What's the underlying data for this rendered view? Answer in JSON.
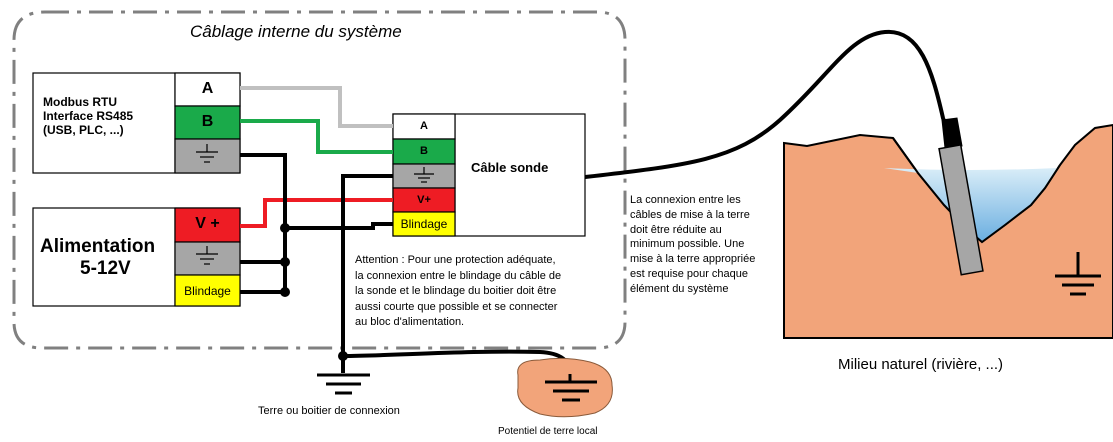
{
  "system": {
    "title": "Câblage interne du système"
  },
  "modbus": {
    "lines": [
      "Modbus RTU",
      "Interface RS485",
      "(USB, PLC, ...)"
    ],
    "terminal_a": "A",
    "terminal_b": "B"
  },
  "power": {
    "title": "Alimentation",
    "voltage": "5-12V",
    "terminal_vplus": "V +",
    "terminal_shield": "Blindage"
  },
  "probe": {
    "label": "Câble sonde",
    "terminal_a": "A",
    "terminal_b": "B",
    "terminal_vplus": "V+",
    "terminal_shield": "Blindage"
  },
  "notes": {
    "attention": "Attention : Pour une protection adéquate,\nla connexion entre le blindage du câble de\nla sonde et le blindage du boitier doit être\naussi courte que possible et se connecter\nau bloc d'alimentation.",
    "grounding": "La connexion entre les\ncâbles de mise à la terre\ndoit être réduite au\nminimum possible. Une\nmise à la terre appropriée\nest requise pour chaque\nélément du système"
  },
  "labels": {
    "earth_box": "Terre ou boitier de connexion",
    "local_ground": "Potentiel de terre local",
    "environment": "Milieu naturel (rivière, ...)"
  },
  "colors": {
    "terminal_a": "#ffffff",
    "terminal_b": "#1aaa4a",
    "ground_terminal": "#a6a6a6",
    "vplus": "#ee1c24",
    "shield": "#ffff00",
    "wire_a": "#c0c0c0",
    "wire_b": "#1aaa4a",
    "wire_vplus": "#ee1c24",
    "wire_ground": "#000000",
    "soil": "#f2a47a",
    "water_top": "#cde6f5",
    "water_bottom": "#6aaee0"
  }
}
